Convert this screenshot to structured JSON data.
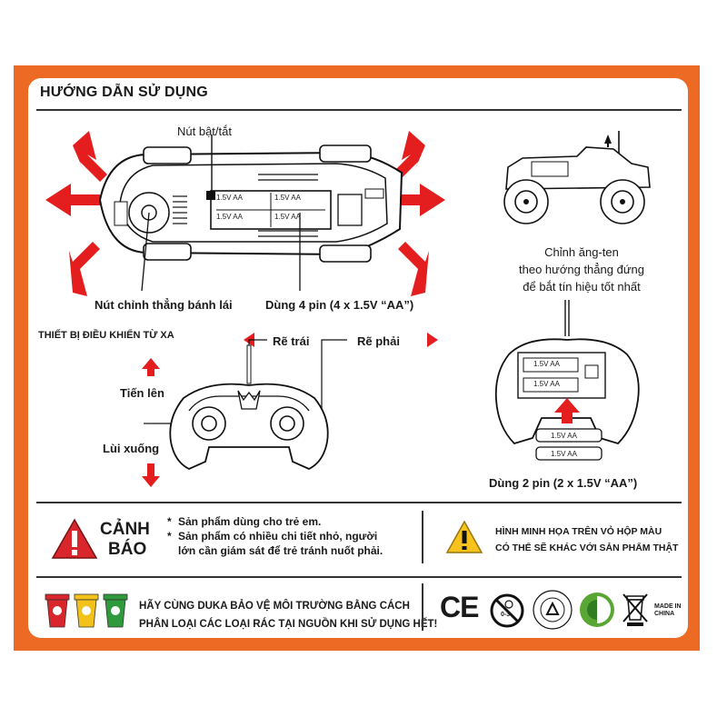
{
  "header": {
    "title": "HƯỚNG DẪN SỬ DỤNG"
  },
  "car": {
    "power_switch_label": "Nút bật/tắt",
    "steering_trim_label": "Nút chỉnh thẳng bánh lái",
    "battery_note": "Dùng 4 pin (4 x 1.5V “AA”)",
    "battery_cell_label": "1.5V AA"
  },
  "antenna": {
    "line1": "Chỉnh ăng-ten",
    "line2": "theo hướng thẳng đứng",
    "line3": "để bắt tín hiệu tốt nhất"
  },
  "remote": {
    "title": "THIẾT BỊ ĐIỀU KHIỂN TỪ XA",
    "turn_left": "Rẽ trái",
    "turn_right": "Rẽ phải",
    "forward": "Tiến lên",
    "backward": "Lùi xuống",
    "battery_note": "Dùng 2 pin (2 x 1.5V “AA”)",
    "battery_cell_label": "1.5V AA"
  },
  "warning": {
    "title_line1": "CẢNH",
    "title_line2": "BÁO",
    "bullet1": "Sản phẩm dùng cho trẻ em.",
    "bullet2": "Sản phẩm có nhiều chi tiết nhỏ, người lớn cần giám sát để trẻ tránh nuốt phải.",
    "box_note_line1": "HÌNH MINH HỌA TRÊN VỎ HỘP MÀU",
    "box_note_line2": "CÓ THỂ SẼ KHÁC VỚI SẢN PHẨM THẬT"
  },
  "eco": {
    "line1": "HÃY CÙNG DUKA BẢO VỆ MÔI TRƯỜNG BẰNG CÁCH",
    "line2": "PHÂN LOẠI CÁC LOẠI RÁC TẠI NGUỒN KHI SỬ DỤNG HẾT!"
  },
  "certs": {
    "ce": "CE",
    "age": "0-3",
    "made_line1": "MADE IN",
    "made_line2": "CHINA"
  },
  "colors": {
    "frame": "#ec6a24",
    "arrow_red": "#e41e1e",
    "warning_yellow": "#f6c21c",
    "bin_red": "#d9262c",
    "bin_yellow": "#f2c21a",
    "bin_green": "#2e9a3c"
  }
}
